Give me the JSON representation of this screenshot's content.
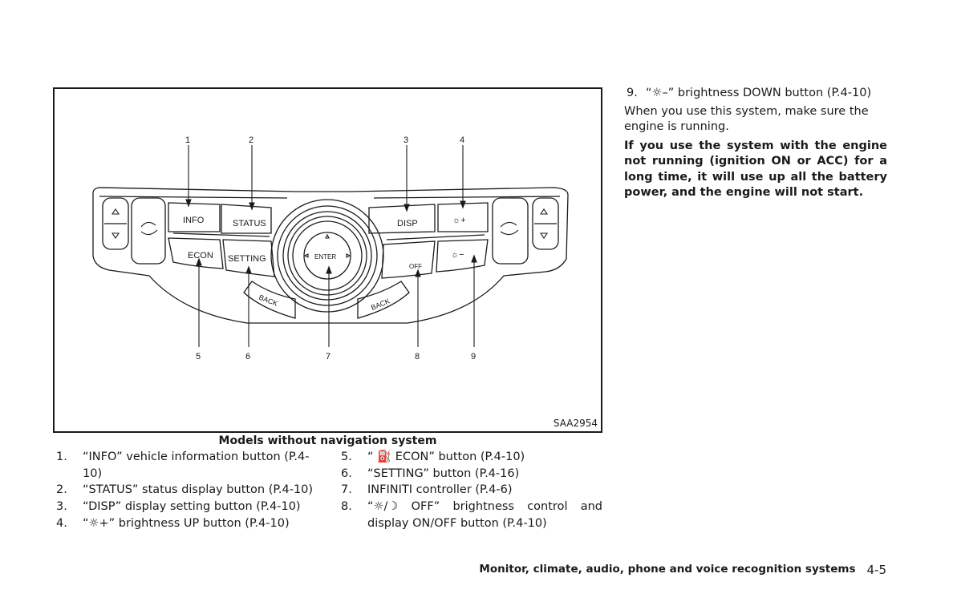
{
  "figure": {
    "id_label": "SAA2954",
    "panel": {
      "btn_info": "INFO",
      "btn_status": "STATUS",
      "btn_disp": "DISP",
      "btn_econ": "ECON",
      "btn_setting": "SETTING",
      "btn_back": "BACK",
      "btn_enter": "ENTER",
      "btn_off": "OFF",
      "bright_up": "☼+",
      "bright_down": "☼−"
    },
    "callouts": [
      "1",
      "2",
      "3",
      "4",
      "5",
      "6",
      "7",
      "8",
      "9"
    ]
  },
  "caption": "Models without navigation system",
  "list_left": [
    {
      "num": "1.",
      "text": "“INFO” vehicle information button (P.4-10)"
    },
    {
      "num": "2.",
      "text": "“STATUS” status display button (P.4-10)"
    },
    {
      "num": "3.",
      "text": "“DISP” display setting button (P.4-10)"
    },
    {
      "num": "4.",
      "text": "“☼+” brightness UP button (P.4-10)"
    }
  ],
  "list_right": [
    {
      "num": "5.",
      "text": "“ ⛽ ECON” button (P.4-10)"
    },
    {
      "num": "6.",
      "text": "“SETTING” button (P.4-16)"
    },
    {
      "num": "7.",
      "text": "INFINITI controller (P.4-6)"
    },
    {
      "num": "8.",
      "text": "“☼/☽ OFF” brightness control and display ON/OFF button (P.4-10)"
    }
  ],
  "right_col": {
    "item9_num": "9.",
    "item9_text": "“☼–” brightness DOWN button (P.4-10)",
    "para": "When you use this system, make sure the engine is running.",
    "warning": "If you use the system with the engine not running (ignition ON or ACC) for a long time, it will use up all the battery power, and the engine will not start."
  },
  "footer": {
    "section": "Monitor, climate, audio, phone and voice recognition systems",
    "page": "4-5"
  }
}
